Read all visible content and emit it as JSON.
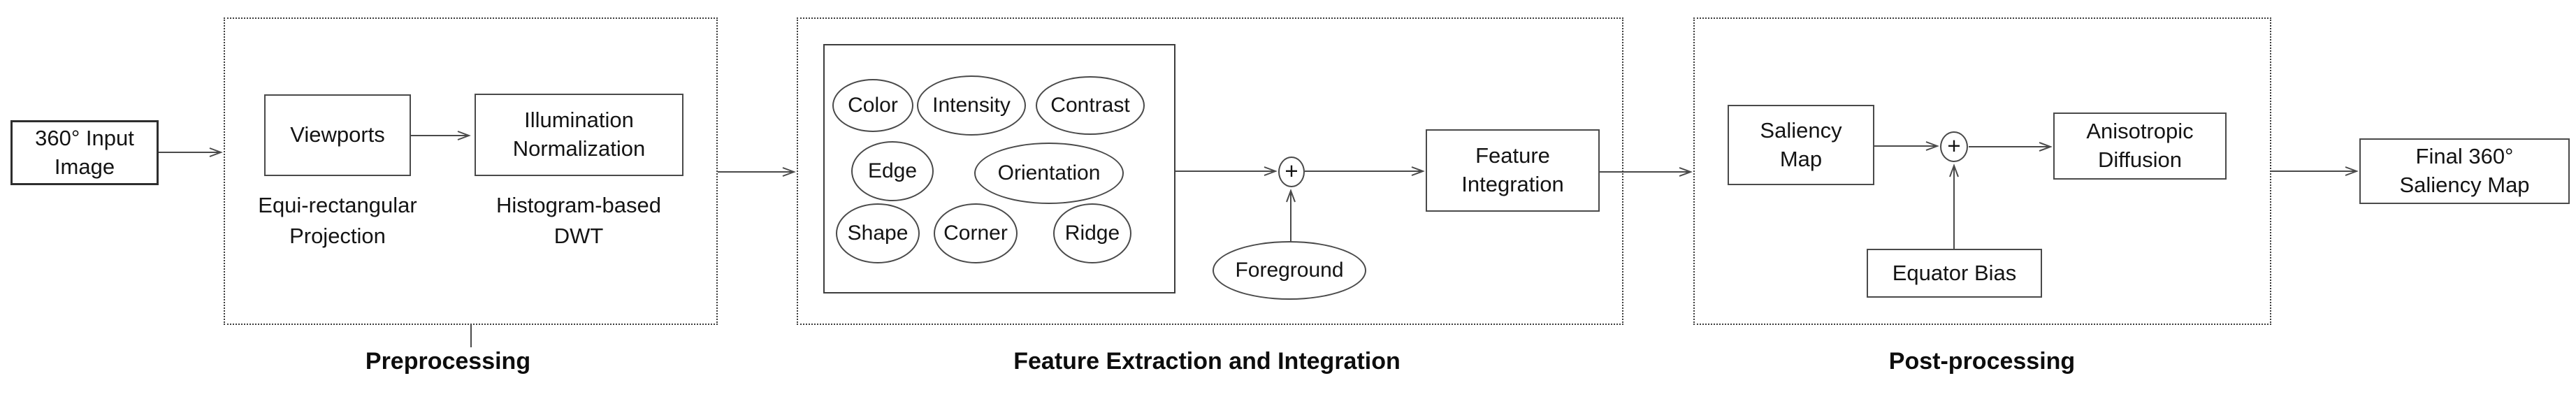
{
  "diagram_title": "360-degree saliency pipeline flowchart",
  "sections": [
    {
      "label": "Preprocessing"
    },
    {
      "label": "Feature Extraction and Integration"
    },
    {
      "label": "Post-processing"
    }
  ],
  "nodes": {
    "input": [
      "360°  Input",
      "Image"
    ],
    "viewports": "Viewports",
    "illumination": [
      "Illumination",
      "Normalization"
    ],
    "foreground": "Foreground",
    "feature_integration": [
      "Feature",
      "Integration"
    ],
    "saliency_map": [
      "Saliency",
      "Map"
    ],
    "anisotropic": [
      "Anisotropic",
      "Diffusion"
    ],
    "equator_bias": "Equator Bias",
    "final": [
      "Final 360°",
      "Saliency Map"
    ],
    "features": [
      "Color",
      "Intensity",
      "Contrast",
      "Edge",
      "Orientation",
      "Shape",
      "Corner",
      "Ridge"
    ]
  },
  "captions": {
    "equirect": [
      "Equi-rectangular",
      "Projection"
    ],
    "histogram": [
      "Histogram-based",
      "DWT"
    ]
  },
  "operators": {
    "plus": "+"
  },
  "colors": {
    "background": "#ffffff",
    "line": "#4a4a4a",
    "box_border": "#4a4a4a",
    "dashed_border": "#3d3d3d",
    "text": "#141414"
  }
}
